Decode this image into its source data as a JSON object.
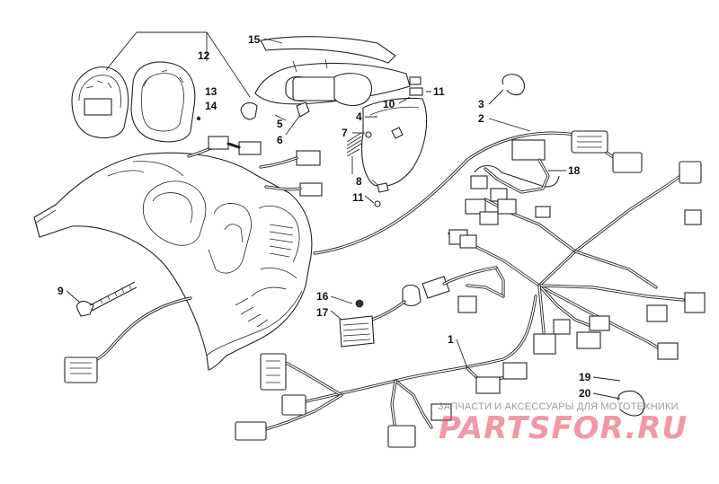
{
  "callouts": [
    {
      "id": "1",
      "text": "1"
    },
    {
      "id": "2",
      "text": "2"
    },
    {
      "id": "3",
      "text": "3"
    },
    {
      "id": "4",
      "text": "4"
    },
    {
      "id": "5",
      "text": "5"
    },
    {
      "id": "6",
      "text": "6"
    },
    {
      "id": "7",
      "text": "7"
    },
    {
      "id": "8",
      "text": "8"
    },
    {
      "id": "9",
      "text": "9"
    },
    {
      "id": "10",
      "text": "10"
    },
    {
      "id": "11a",
      "text": "11"
    },
    {
      "id": "11b",
      "text": "11"
    },
    {
      "id": "12",
      "text": "12"
    },
    {
      "id": "13",
      "text": "13"
    },
    {
      "id": "14",
      "text": "14"
    },
    {
      "id": "15",
      "text": "15"
    },
    {
      "id": "16",
      "text": "16"
    },
    {
      "id": "17",
      "text": "17"
    },
    {
      "id": "18",
      "text": "18"
    },
    {
      "id": "19",
      "text": "19"
    },
    {
      "id": "20",
      "text": "20"
    }
  ],
  "watermark": {
    "subtitle": "ЗАПЧАСТИ И АКСЕССУАРЫ ДЛЯ МОТОТЕХНИКИ",
    "brand": "PARTSFOR.RU",
    "brand_color": "#e8435c"
  },
  "colors": {
    "line": "#222222",
    "background": "#ffffff"
  }
}
